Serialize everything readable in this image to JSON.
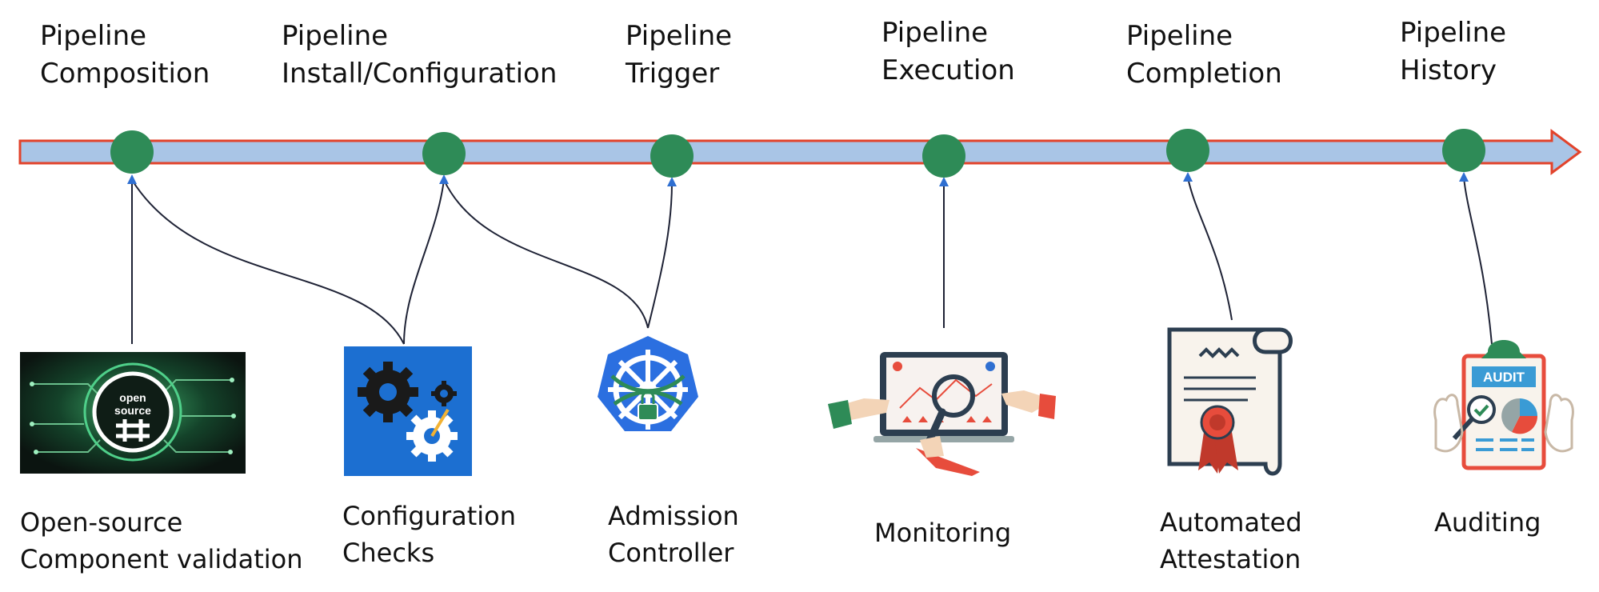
{
  "stages": [
    {
      "title": "Pipeline\nComposition"
    },
    {
      "title": "Pipeline\nInstall/Configuration"
    },
    {
      "title": "Pipeline\nTrigger"
    },
    {
      "title": "Pipeline\nExecution"
    },
    {
      "title": "Pipeline\nCompletion"
    },
    {
      "title": "Pipeline\nHistory"
    }
  ],
  "controls": [
    {
      "label": "Open-source\nComponent validation",
      "icon": "open-source-icon",
      "badge_top": "open",
      "badge_bottom": "source"
    },
    {
      "label": "Configuration\nChecks",
      "icon": "gears-icon"
    },
    {
      "label": "Admission\nController",
      "icon": "kubernetes-helm-lock-icon"
    },
    {
      "label": "Monitoring",
      "icon": "monitoring-magnifier-icon"
    },
    {
      "label": "Automated\nAttestation",
      "icon": "certificate-icon"
    },
    {
      "label": "Auditing",
      "icon": "audit-clipboard-icon",
      "badge": "AUDIT"
    }
  ],
  "colors": {
    "timeline_fill": "#a9c5e6",
    "timeline_border": "#e2432b",
    "milestone": "#2e8b57",
    "connector": "#1e2235",
    "arrowhead": "#2f6fd1"
  }
}
